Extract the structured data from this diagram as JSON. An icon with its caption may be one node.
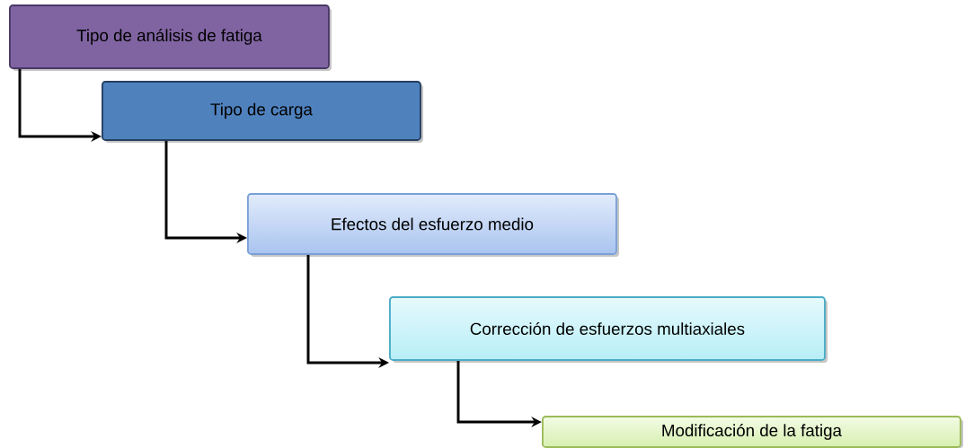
{
  "diagram": {
    "nodes": [
      {
        "text": [
          "Tipo de análisis de fatiga"
        ]
      },
      {
        "text": [
          "Tipo de carga"
        ]
      },
      {
        "text": [
          "Efectos del esfuerzo medio"
        ]
      },
      {
        "text": [
          "Corrección de esfuerzos multiaxiales"
        ]
      },
      {
        "text": [
          "Modificación de la fatiga"
        ]
      }
    ],
    "edges": [
      {
        "from": 0,
        "to": 1,
        "arrow": "to"
      },
      {
        "from": 1,
        "to": 2,
        "arrow": "to"
      },
      {
        "from": 2,
        "to": 3,
        "arrow": "to"
      },
      {
        "from": 3,
        "to": 4,
        "arrow": "to"
      }
    ]
  }
}
